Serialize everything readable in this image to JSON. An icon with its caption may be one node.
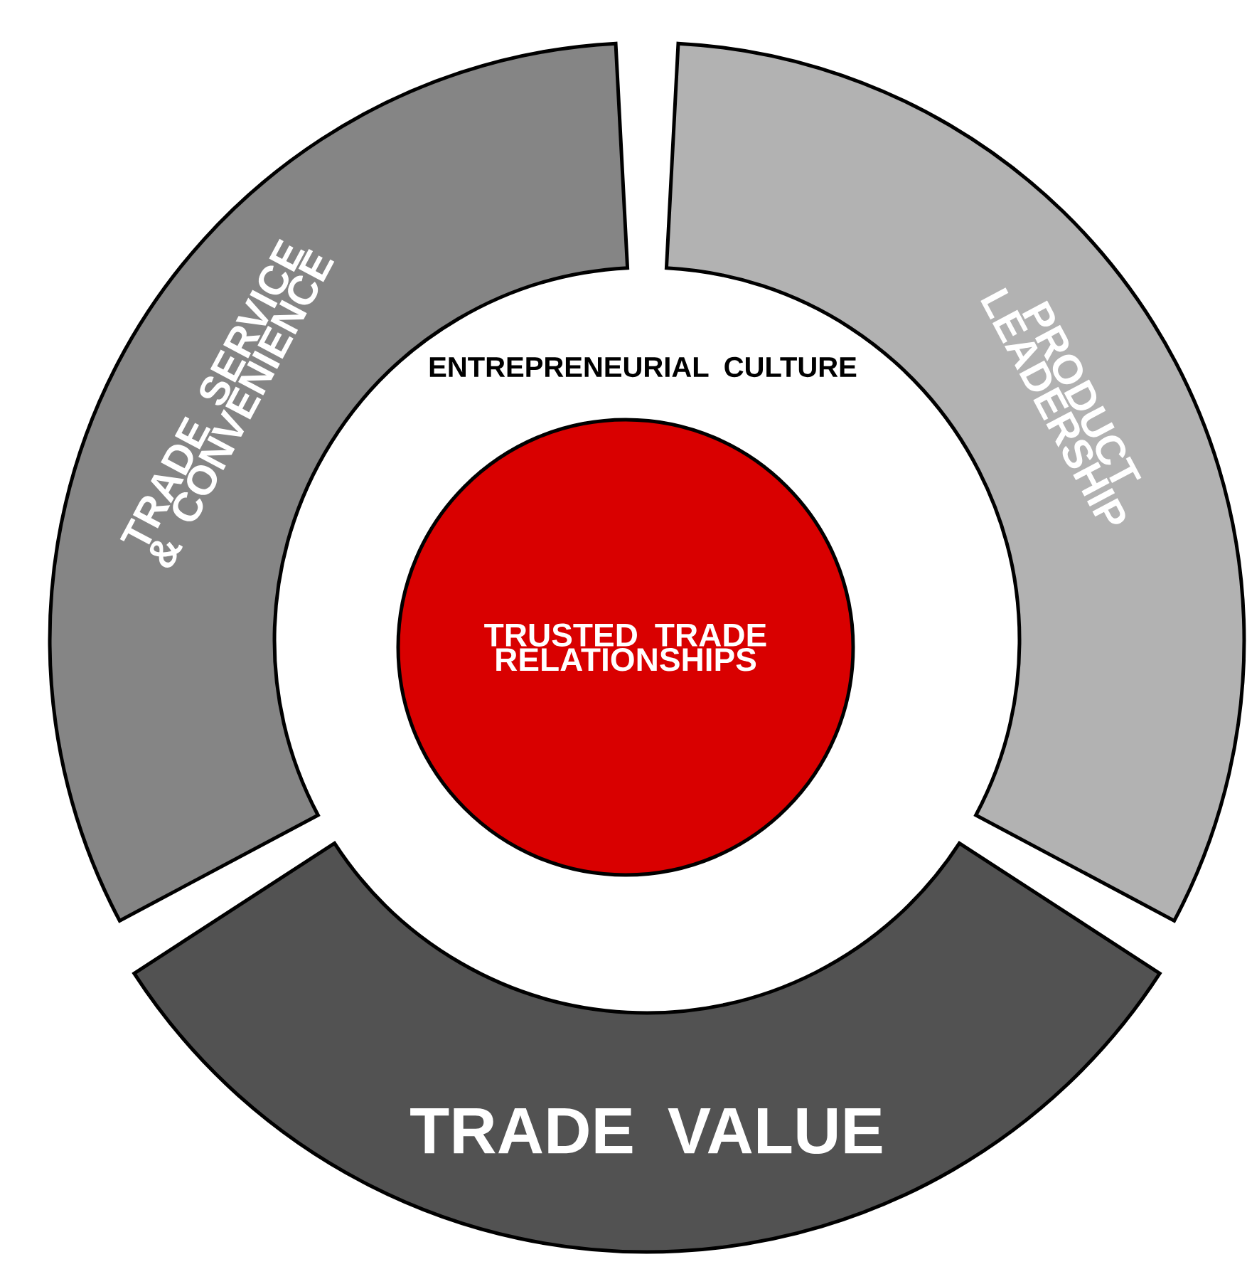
{
  "diagram": {
    "nodes": [
      {
        "text": [
          "TRADE SERVICE & CONVENIENCE"
        ]
      },
      {
        "text": [
          "PRODUCT LEADERSHIP"
        ]
      },
      {
        "text": [
          "TRADE VALUE"
        ]
      },
      {
        "text": [
          "TRUSTED TRADE RELATIONSHIPS"
        ]
      }
    ],
    "labels": [
      "ENTREPRENEURIAL CULTURE"
    ]
  }
}
